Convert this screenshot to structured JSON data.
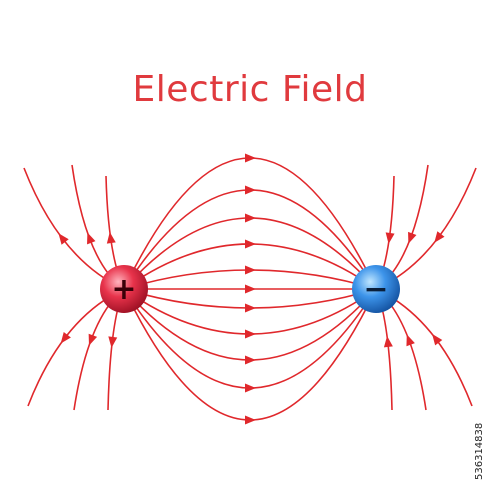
{
  "title": "Electric Field",
  "stock_id": "536314838",
  "colors": {
    "title": "#e03a3e",
    "field_line": "#e0282c",
    "positive_charge": "#c8142c",
    "negative_charge": "#1e6fd0"
  },
  "charges": {
    "positive": {
      "symbol": "+",
      "label": "positive-charge"
    },
    "negative": {
      "symbol": "−",
      "label": "negative-charge"
    }
  }
}
